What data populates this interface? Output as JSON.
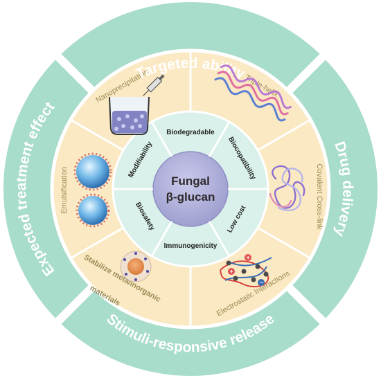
{
  "center": {
    "line1": "Fungal",
    "line2": "β-glucan"
  },
  "inner_ring": {
    "biodegradable": "Biodegradable",
    "biocompatibility": "Biocopatibility",
    "low_cost": "Low cost",
    "immunogenicity": "Immunogenicity",
    "biosafety": "Biosafety",
    "modifiability": "Modifiability"
  },
  "middle_ring": {
    "nanoprecipitation": "Nanoprecipitation",
    "triple_helix": "Triple-helix",
    "covalent_crosslink": "Covalent Cross-link",
    "electrostatic": "Electrostatic Interactions",
    "stabilize_line1": "Stabilize meta/inorganic",
    "stabilize_line2": "materials",
    "emulsification": "Emulsification"
  },
  "outer_ring": {
    "targeted": "Targeted ability",
    "drug_delivery": "Drug delivery",
    "stimuli": "Stimuli-responsive release",
    "expected": "Expected treatment effect"
  },
  "colors": {
    "outer_ring": "#a8dccb",
    "middle_ring": "#fbe9c3",
    "inner_ring": "#d9f1ea",
    "center": "#b3b3dc",
    "mid_text": "#9a8a55"
  }
}
